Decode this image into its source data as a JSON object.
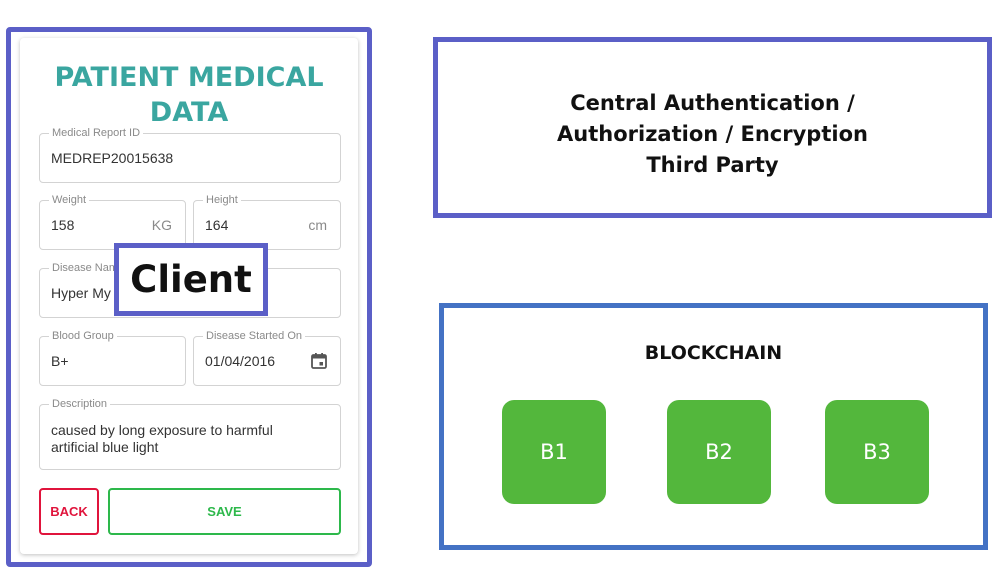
{
  "form": {
    "title": "PATIENT MEDICAL DATA",
    "fields": {
      "report_id": {
        "label": "Medical Report ID",
        "value": "MEDREP20015638"
      },
      "weight": {
        "label": "Weight",
        "value": "158",
        "unit": "KG"
      },
      "height": {
        "label": "Height",
        "value": "164",
        "unit": "cm"
      },
      "disease": {
        "label": "Disease Nam",
        "value": "Hyper My"
      },
      "blood_group": {
        "label": "Blood Group",
        "value": "B+"
      },
      "disease_started": {
        "label": "Disease Started On",
        "value": "01/04/2016",
        "icon": "calendar-icon"
      },
      "description": {
        "label": "Description",
        "value": "caused by long exposure to harmful artificial blue light"
      }
    },
    "buttons": {
      "back": "BACK",
      "save": "SAVE"
    }
  },
  "client_label": "Client",
  "auth": {
    "lines": [
      "Central Authentication /",
      "Authorization / Encryption",
      "Third Party"
    ]
  },
  "blockchain": {
    "title": "BLOCKCHAIN",
    "blocks": [
      "B1",
      "B2",
      "B3"
    ],
    "block_color": "#53b73c"
  },
  "colors": {
    "client_border": "#5b5fc7",
    "chain_border": "#4472c4",
    "title_teal": "#3aa6a0"
  }
}
